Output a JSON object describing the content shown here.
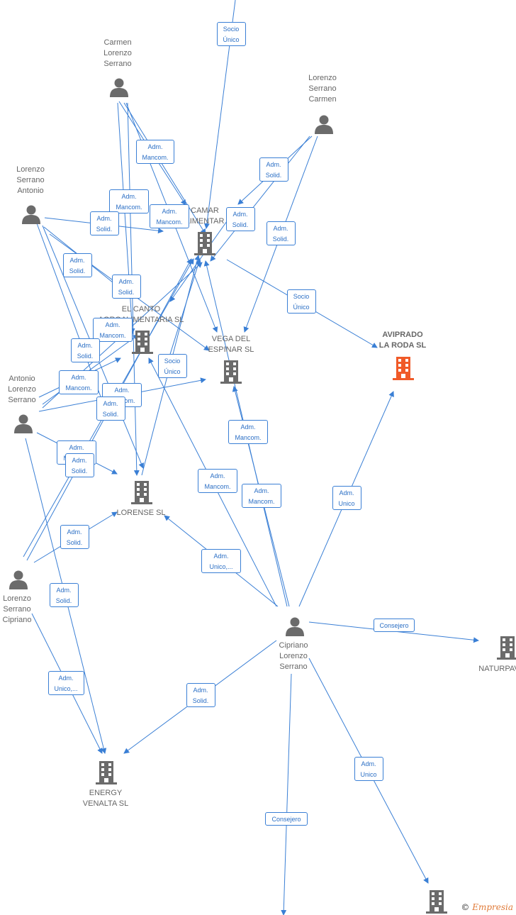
{
  "colors": {
    "edge": "#3a7fd5",
    "person": "#6b6b6b",
    "company": "#6b6b6b",
    "highlight": "#f05a28"
  },
  "nodes": [
    {
      "id": "carmen",
      "type": "person",
      "label": "Carmen\nLorenzo\nSerrano"
    },
    {
      "id": "lsc",
      "type": "person",
      "label": "Lorenzo\nSerrano\nCarmen"
    },
    {
      "id": "lsa",
      "type": "person",
      "label": "Lorenzo\nSerrano\nAntonio"
    },
    {
      "id": "als",
      "type": "person",
      "label": "Antonio\nLorenzo\nSerrano"
    },
    {
      "id": "lsci",
      "type": "person",
      "label": "Lorenzo\nSerrano\nCipriano"
    },
    {
      "id": "cls",
      "type": "person",
      "label": "Cipriano\nLorenzo\nSerrano"
    },
    {
      "id": "camar",
      "type": "company",
      "label": "CAMAR\nLIMENTAR"
    },
    {
      "id": "canto",
      "type": "company",
      "label": "EL CANTO\nAGROALIMENTARIA SL"
    },
    {
      "id": "vega",
      "type": "company",
      "label": "VEGA DEL\nESPINAR SL"
    },
    {
      "id": "aviprado",
      "type": "highlight",
      "label": "AVIPRADO\nLA RODA SL"
    },
    {
      "id": "lorense",
      "type": "company",
      "label": "LORENSE SL"
    },
    {
      "id": "energy",
      "type": "company",
      "label": "ENERGY\nVENALTA SL"
    },
    {
      "id": "naturpav",
      "type": "company",
      "label": "NATURPAV"
    },
    {
      "id": "bottom",
      "type": "company",
      "label": ""
    }
  ],
  "edge_labels": [
    {
      "id": "e1",
      "text": "Socio\nÚnico"
    },
    {
      "id": "e2",
      "text": "Adm.\nMancom."
    },
    {
      "id": "e3",
      "text": "Adm.\nSolid."
    },
    {
      "id": "e4",
      "text": "Adm.\nMancom."
    },
    {
      "id": "e5",
      "text": "Adm.\nSolid."
    },
    {
      "id": "e6",
      "text": "Adm.\nMancom."
    },
    {
      "id": "e7",
      "text": "Adm.\nSolid."
    },
    {
      "id": "e8",
      "text": "Adm.\nSolid."
    },
    {
      "id": "e9",
      "text": "Adm.\nSolid."
    },
    {
      "id": "e10",
      "text": "Adm.\nSolid."
    },
    {
      "id": "e11",
      "text": "Socio\nÚnico"
    },
    {
      "id": "e12",
      "text": "Adm.\nMancom."
    },
    {
      "id": "e13",
      "text": "Adm.\nSolid."
    },
    {
      "id": "e14",
      "text": "Socio\nÚnico"
    },
    {
      "id": "e15",
      "text": "Adm.\nMancom."
    },
    {
      "id": "e16",
      "text": "Adm.\nMancom."
    },
    {
      "id": "e17",
      "text": "Adm.\nSolid."
    },
    {
      "id": "e18",
      "text": "Adm.\nMancom."
    },
    {
      "id": "e19",
      "text": "Adm.\nMancom."
    },
    {
      "id": "e20",
      "text": "Adm.\nMancom."
    },
    {
      "id": "e21",
      "text": "Adm.\nUnico"
    },
    {
      "id": "e22",
      "text": "Adm.\nSolid."
    },
    {
      "id": "e23",
      "text": "Adm.\nMancom."
    },
    {
      "id": "e24",
      "text": "Adm.\nSolid."
    },
    {
      "id": "e25",
      "text": "Adm.\nUnico,..."
    },
    {
      "id": "e26",
      "text": "Consejero"
    },
    {
      "id": "e27",
      "text": "Adm.\nSolid."
    },
    {
      "id": "e28",
      "text": "Adm.\nUnico"
    },
    {
      "id": "e29",
      "text": "Consejero"
    }
  ],
  "watermark": {
    "symbol": "©",
    "brand": "Empresia"
  }
}
